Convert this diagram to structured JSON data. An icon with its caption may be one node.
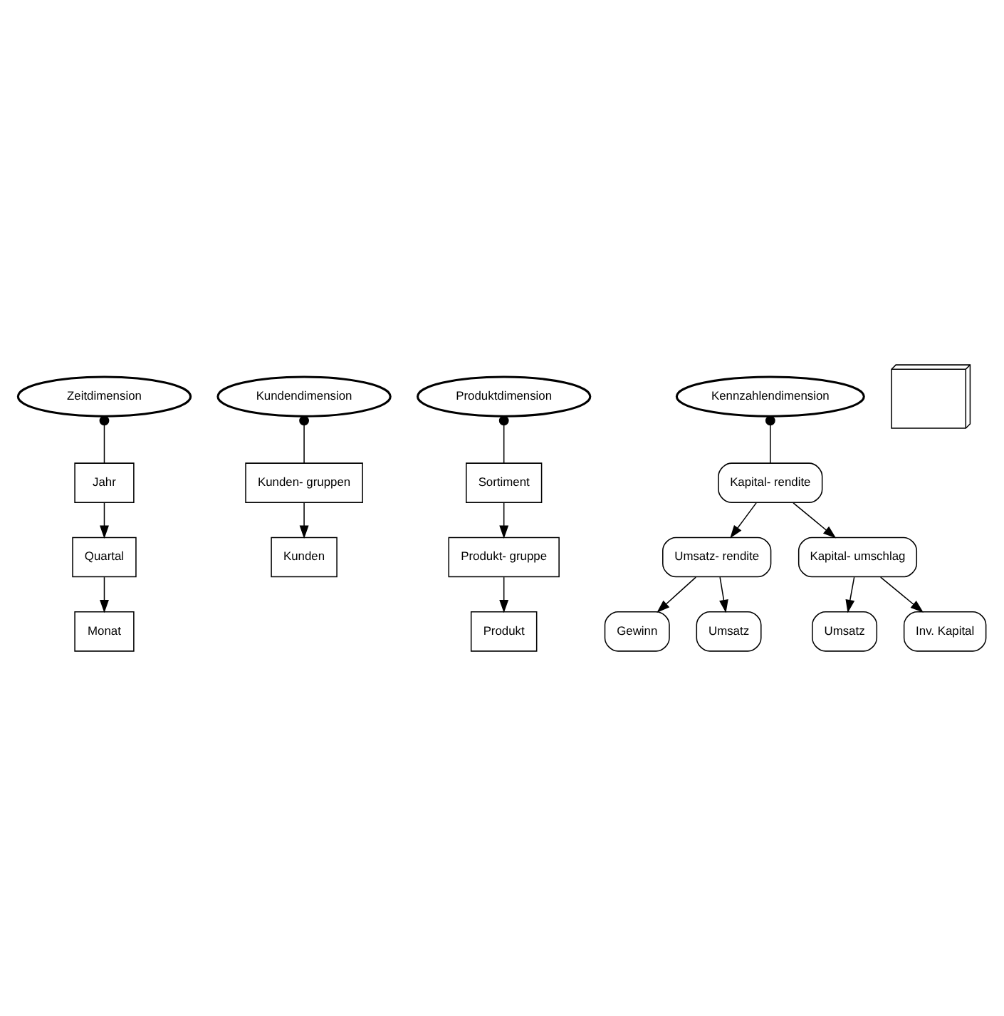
{
  "diagram": {
    "nodes": [
      {
        "text": [
          "Zeitdimension"
        ]
      },
      {
        "text": [
          "Jahr"
        ]
      },
      {
        "text": [
          "Quartal"
        ]
      },
      {
        "text": [
          "Monat"
        ]
      },
      {
        "text": [
          "Kundendimension"
        ]
      },
      {
        "text": [
          "Kunden- gruppen"
        ]
      },
      {
        "text": [
          "Kunden"
        ]
      },
      {
        "text": [
          "Produktdimension"
        ]
      },
      {
        "text": [
          "Sortiment"
        ]
      },
      {
        "text": [
          "Produkt- gruppe"
        ]
      },
      {
        "text": [
          "Produkt"
        ]
      },
      {
        "text": [
          "Kennzahlendimension"
        ]
      },
      {
        "text": [
          "Kapital- rendite"
        ]
      },
      {
        "text": [
          "Umsatz- rendite"
        ]
      },
      {
        "text": [
          "Gewinn"
        ]
      },
      {
        "text": [
          "Umsatz"
        ]
      },
      {
        "text": [
          "Kapital- umschlag"
        ]
      },
      {
        "text": [
          "Umsatz"
        ]
      },
      {
        "text": [
          "Inv. Kapital"
        ]
      },
      {
        "text": [],
        "shape": "picture"
      }
    ],
    "edges": [
      {
        "from": 0,
        "to": 1,
        "arrow": "other"
      },
      {
        "from": 1,
        "to": 2,
        "arrow": "to"
      },
      {
        "from": 2,
        "to": 3,
        "arrow": "to"
      },
      {
        "from": 4,
        "to": 5,
        "arrow": "other"
      },
      {
        "from": 5,
        "to": 6,
        "arrow": "to"
      },
      {
        "from": 7,
        "to": 8,
        "arrow": "other"
      },
      {
        "from": 8,
        "to": 9,
        "arrow": "to"
      },
      {
        "from": 9,
        "to": 10,
        "arrow": "to"
      },
      {
        "from": 11,
        "to": 12,
        "arrow": "other"
      },
      {
        "from": 12,
        "to": 13,
        "arrow": "to"
      },
      {
        "from": 12,
        "to": 16,
        "arrow": "to"
      },
      {
        "from": 13,
        "to": 14,
        "arrow": "to"
      },
      {
        "from": 13,
        "to": 15,
        "arrow": "to"
      },
      {
        "from": 16,
        "to": 17,
        "arrow": "to"
      },
      {
        "from": 16,
        "to": 18,
        "arrow": "to"
      }
    ]
  }
}
